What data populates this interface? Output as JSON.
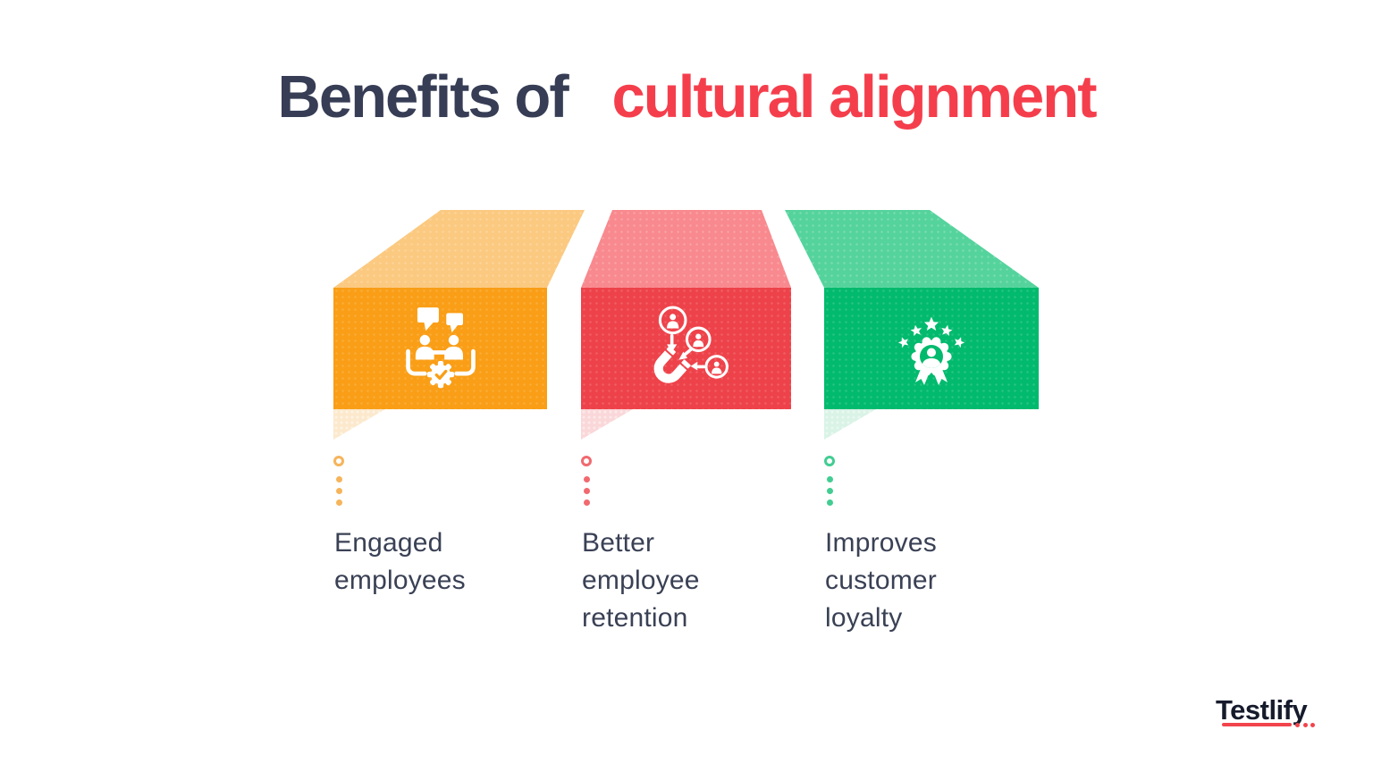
{
  "title": {
    "text_dark": "Benefits of",
    "text_accent": "cultural alignment",
    "dark_color": "#363D55",
    "accent_color": "#F53E4C"
  },
  "label_color": "#3A4155",
  "cards": [
    {
      "label": "Engaged employees",
      "icon": "team-communication-gear-icon",
      "color": "#F99E16",
      "flap_color": "#FBC980",
      "triangle_color": "#FCE9CD",
      "accent_color": "#F6B45B"
    },
    {
      "label": "Better employee retention",
      "icon": "magnet-attracting-people-icon",
      "color": "#EE424A",
      "flap_color": "#F8898E",
      "triangle_color": "#FAD7D9",
      "accent_color": "#F1696F"
    },
    {
      "label": "Improves customer loyalty",
      "icon": "award-badge-customer-icon",
      "color": "#02BA6D",
      "flap_color": "#55D39C",
      "triangle_color": "#D9F3E6",
      "accent_color": "#42CD92"
    }
  ],
  "logo": {
    "text": "Testlify",
    "color": "#161B2C",
    "underline_color": "#F2444C"
  }
}
